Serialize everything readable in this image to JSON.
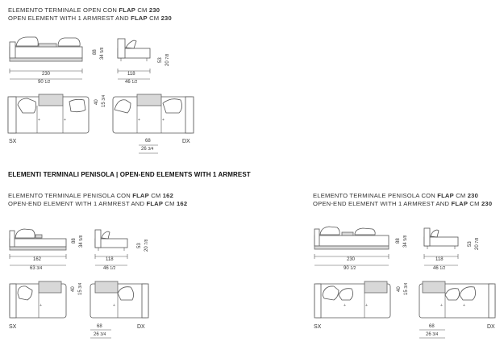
{
  "sec1": {
    "cap1_pre": "ELEMENTO TERMINALE OPEN CON ",
    "cap1_bold": "FLAP",
    "cap1_post": " CM ",
    "cap1_num": "230",
    "cap2_pre": "OPEN ELEMENT WITH 1 ARMREST AND ",
    "cap2_bold": "FLAP",
    "cap2_post": " CM ",
    "cap2_num": "230",
    "w_cm": "230",
    "w_in": "90",
    "w_in_frac": "1/2",
    "d_cm": "118",
    "d_in": "46",
    "d_in_frac": "1/2",
    "h_cm": "88",
    "h_in": "34",
    "h_in_frac": "5/8",
    "seat_cm": "53",
    "seat_in": "20",
    "seat_in_frac": "7/8",
    "arm_cm": "40",
    "arm_in": "15",
    "arm_in_frac": "3/4",
    "arm_w_cm": "68",
    "arm_w_in": "26",
    "arm_w_in_frac": "3/4",
    "sx": "SX",
    "dx": "DX"
  },
  "heading": "ELEMENTI TERMINALI PENISOLA | OPEN-END ELEMENTS WITH 1 ARMREST",
  "sec2": {
    "cap1_pre": "ELEMENTO TERMINALE PENISOLA CON ",
    "cap1_bold": "FLAP",
    "cap1_post": " CM ",
    "cap1_num": "162",
    "cap2_pre": "OPEN-END ELEMENT WITH 1 ARMREST AND ",
    "cap2_bold": "FLAP",
    "cap2_post": " CM ",
    "cap2_num": "162",
    "w_cm": "162",
    "w_in": "63",
    "w_in_frac": "3/4",
    "d_cm": "118",
    "d_in": "46",
    "d_in_frac": "1/2",
    "h_cm": "88",
    "h_in": "34",
    "h_in_frac": "5/8",
    "seat_cm": "53",
    "seat_in": "20",
    "seat_in_frac": "7/8",
    "arm_cm": "40",
    "arm_in": "15",
    "arm_in_frac": "3/4",
    "arm_w_cm": "68",
    "arm_w_in": "26",
    "arm_w_in_frac": "3/4",
    "sx": "SX",
    "dx": "DX"
  },
  "sec3": {
    "cap1_pre": "ELEMENTO TERMINALE PENISOLA CON ",
    "cap1_bold": "FLAP",
    "cap1_post": " CM ",
    "cap1_num": "230",
    "cap2_pre": "OPEN-END ELEMENT WITH 1 ARMREST AND ",
    "cap2_bold": "FLAP",
    "cap2_post": " CM ",
    "cap2_num": "230",
    "w_cm": "230",
    "w_in": "90",
    "w_in_frac": "1/2",
    "d_cm": "118",
    "d_in": "46",
    "d_in_frac": "1/2",
    "h_cm": "88",
    "h_in": "34",
    "h_in_frac": "5/8",
    "seat_cm": "53",
    "seat_in": "20",
    "seat_in_frac": "7/8",
    "arm_cm": "40",
    "arm_in": "15",
    "arm_in_frac": "3/4",
    "arm_w_cm": "68",
    "arm_w_in": "26",
    "arm_w_in_frac": "3/4",
    "sx": "SX",
    "dx": "DX"
  }
}
